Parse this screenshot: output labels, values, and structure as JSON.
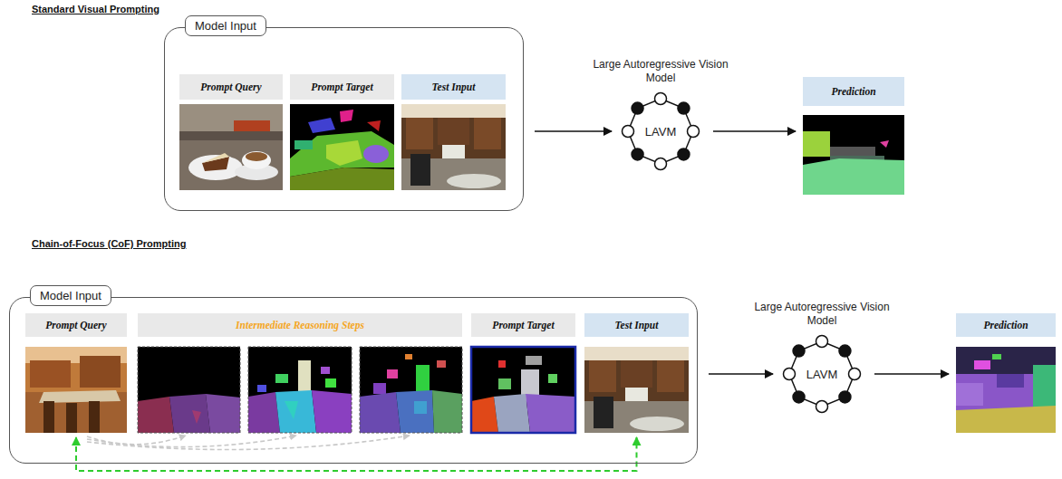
{
  "diagram": {
    "nodes": [
      {
        "text": [
          "Model Input"
        ]
      },
      {
        "text": [
          "Prompt Query"
        ],
        "in": 0
      },
      {
        "text": [
          "Prompt Target"
        ],
        "in": 0
      },
      {
        "text": [
          "Test Input"
        ],
        "in": 0
      },
      {
        "text": [
          "Large Autoregressive Vision Model",
          "LAVM"
        ]
      },
      {
        "text": [
          "Prediction"
        ]
      },
      {
        "text": [
          "Model Input"
        ]
      },
      {
        "text": [
          "Prompt Query"
        ],
        "in": 6
      },
      {
        "text": [
          "Intermediate Reasoning Steps"
        ],
        "in": 6
      },
      {
        "text": [
          "Prompt Target"
        ],
        "in": 6
      },
      {
        "text": [
          "Test Input"
        ],
        "in": 6
      },
      {
        "text": [
          "Large Autoregressive Vision Model",
          "LAVM"
        ]
      },
      {
        "text": [
          "Prediction"
        ]
      }
    ],
    "edges": [
      {
        "from": 0,
        "to": 4,
        "arrow": "to"
      },
      {
        "from": 4,
        "to": 5,
        "arrow": "to"
      },
      {
        "from": 6,
        "to": 11,
        "arrow": "to"
      },
      {
        "from": 11,
        "to": 12,
        "arrow": "to"
      },
      {
        "from": 7,
        "to": 10,
        "arrow": "both"
      }
    ],
    "labels": [
      "Standard Visual Prompting",
      "Chain-of-Focus (CoF) Prompting"
    ]
  }
}
